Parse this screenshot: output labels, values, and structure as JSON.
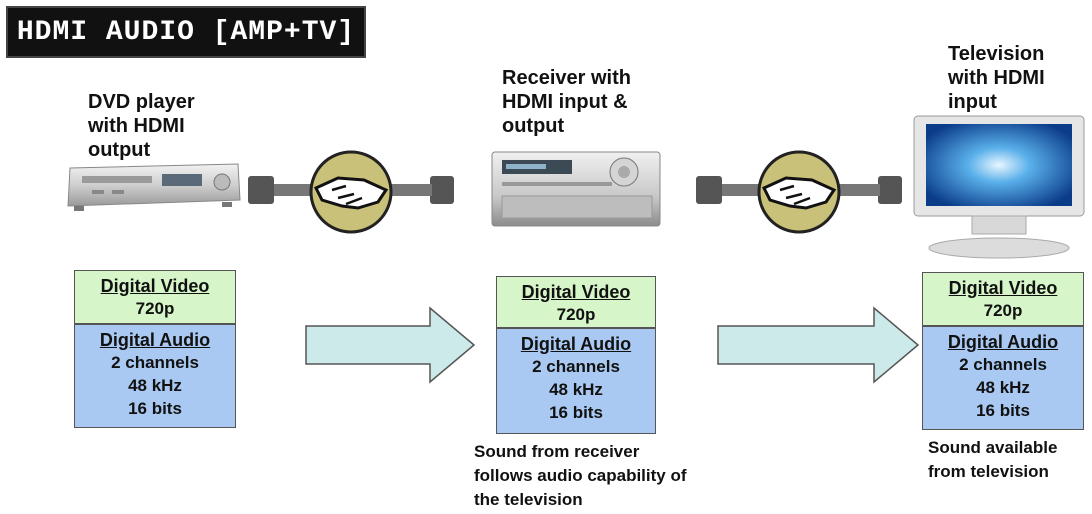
{
  "title": "HDMI AUDIO [AMP+TV]",
  "devices": {
    "dvd": {
      "label": "DVD player\nwith HDMI\noutput",
      "video": {
        "header": "Digital Video",
        "value": "720p"
      },
      "audio": {
        "header": "Digital Audio",
        "values": [
          "2 channels",
          "48 kHz",
          "16 bits"
        ]
      }
    },
    "receiver": {
      "label": "Receiver with\nHDMI input &\noutput",
      "video": {
        "header": "Digital Video",
        "value": "720p"
      },
      "audio": {
        "header": "Digital Audio",
        "values": [
          "2 channels",
          "48 kHz",
          "16 bits"
        ]
      },
      "note": "Sound from receiver\nfollows audio capability of\nthe television"
    },
    "tv": {
      "label": "Television\nwith HDMI\ninput",
      "video": {
        "header": "Digital Video",
        "value": "720p"
      },
      "audio": {
        "header": "Digital Audio",
        "values": [
          "2 channels",
          "48 kHz",
          "16 bits"
        ]
      },
      "note": "Sound available\nfrom television"
    }
  },
  "icons": {
    "dvd_player": "dvd-player-icon",
    "receiver": "av-receiver-icon",
    "television": "television-icon",
    "handshake": "handshake-icon",
    "hdmi_cable": "hdmi-cable-icon",
    "flow_arrow": "right-arrow-icon"
  },
  "colors": {
    "video_box": "#d6f5c8",
    "audio_box": "#a9c9f2",
    "arrow_fill": "#cdeaea",
    "handshake_circle": "#c9c07a",
    "title_bg": "#111111"
  }
}
